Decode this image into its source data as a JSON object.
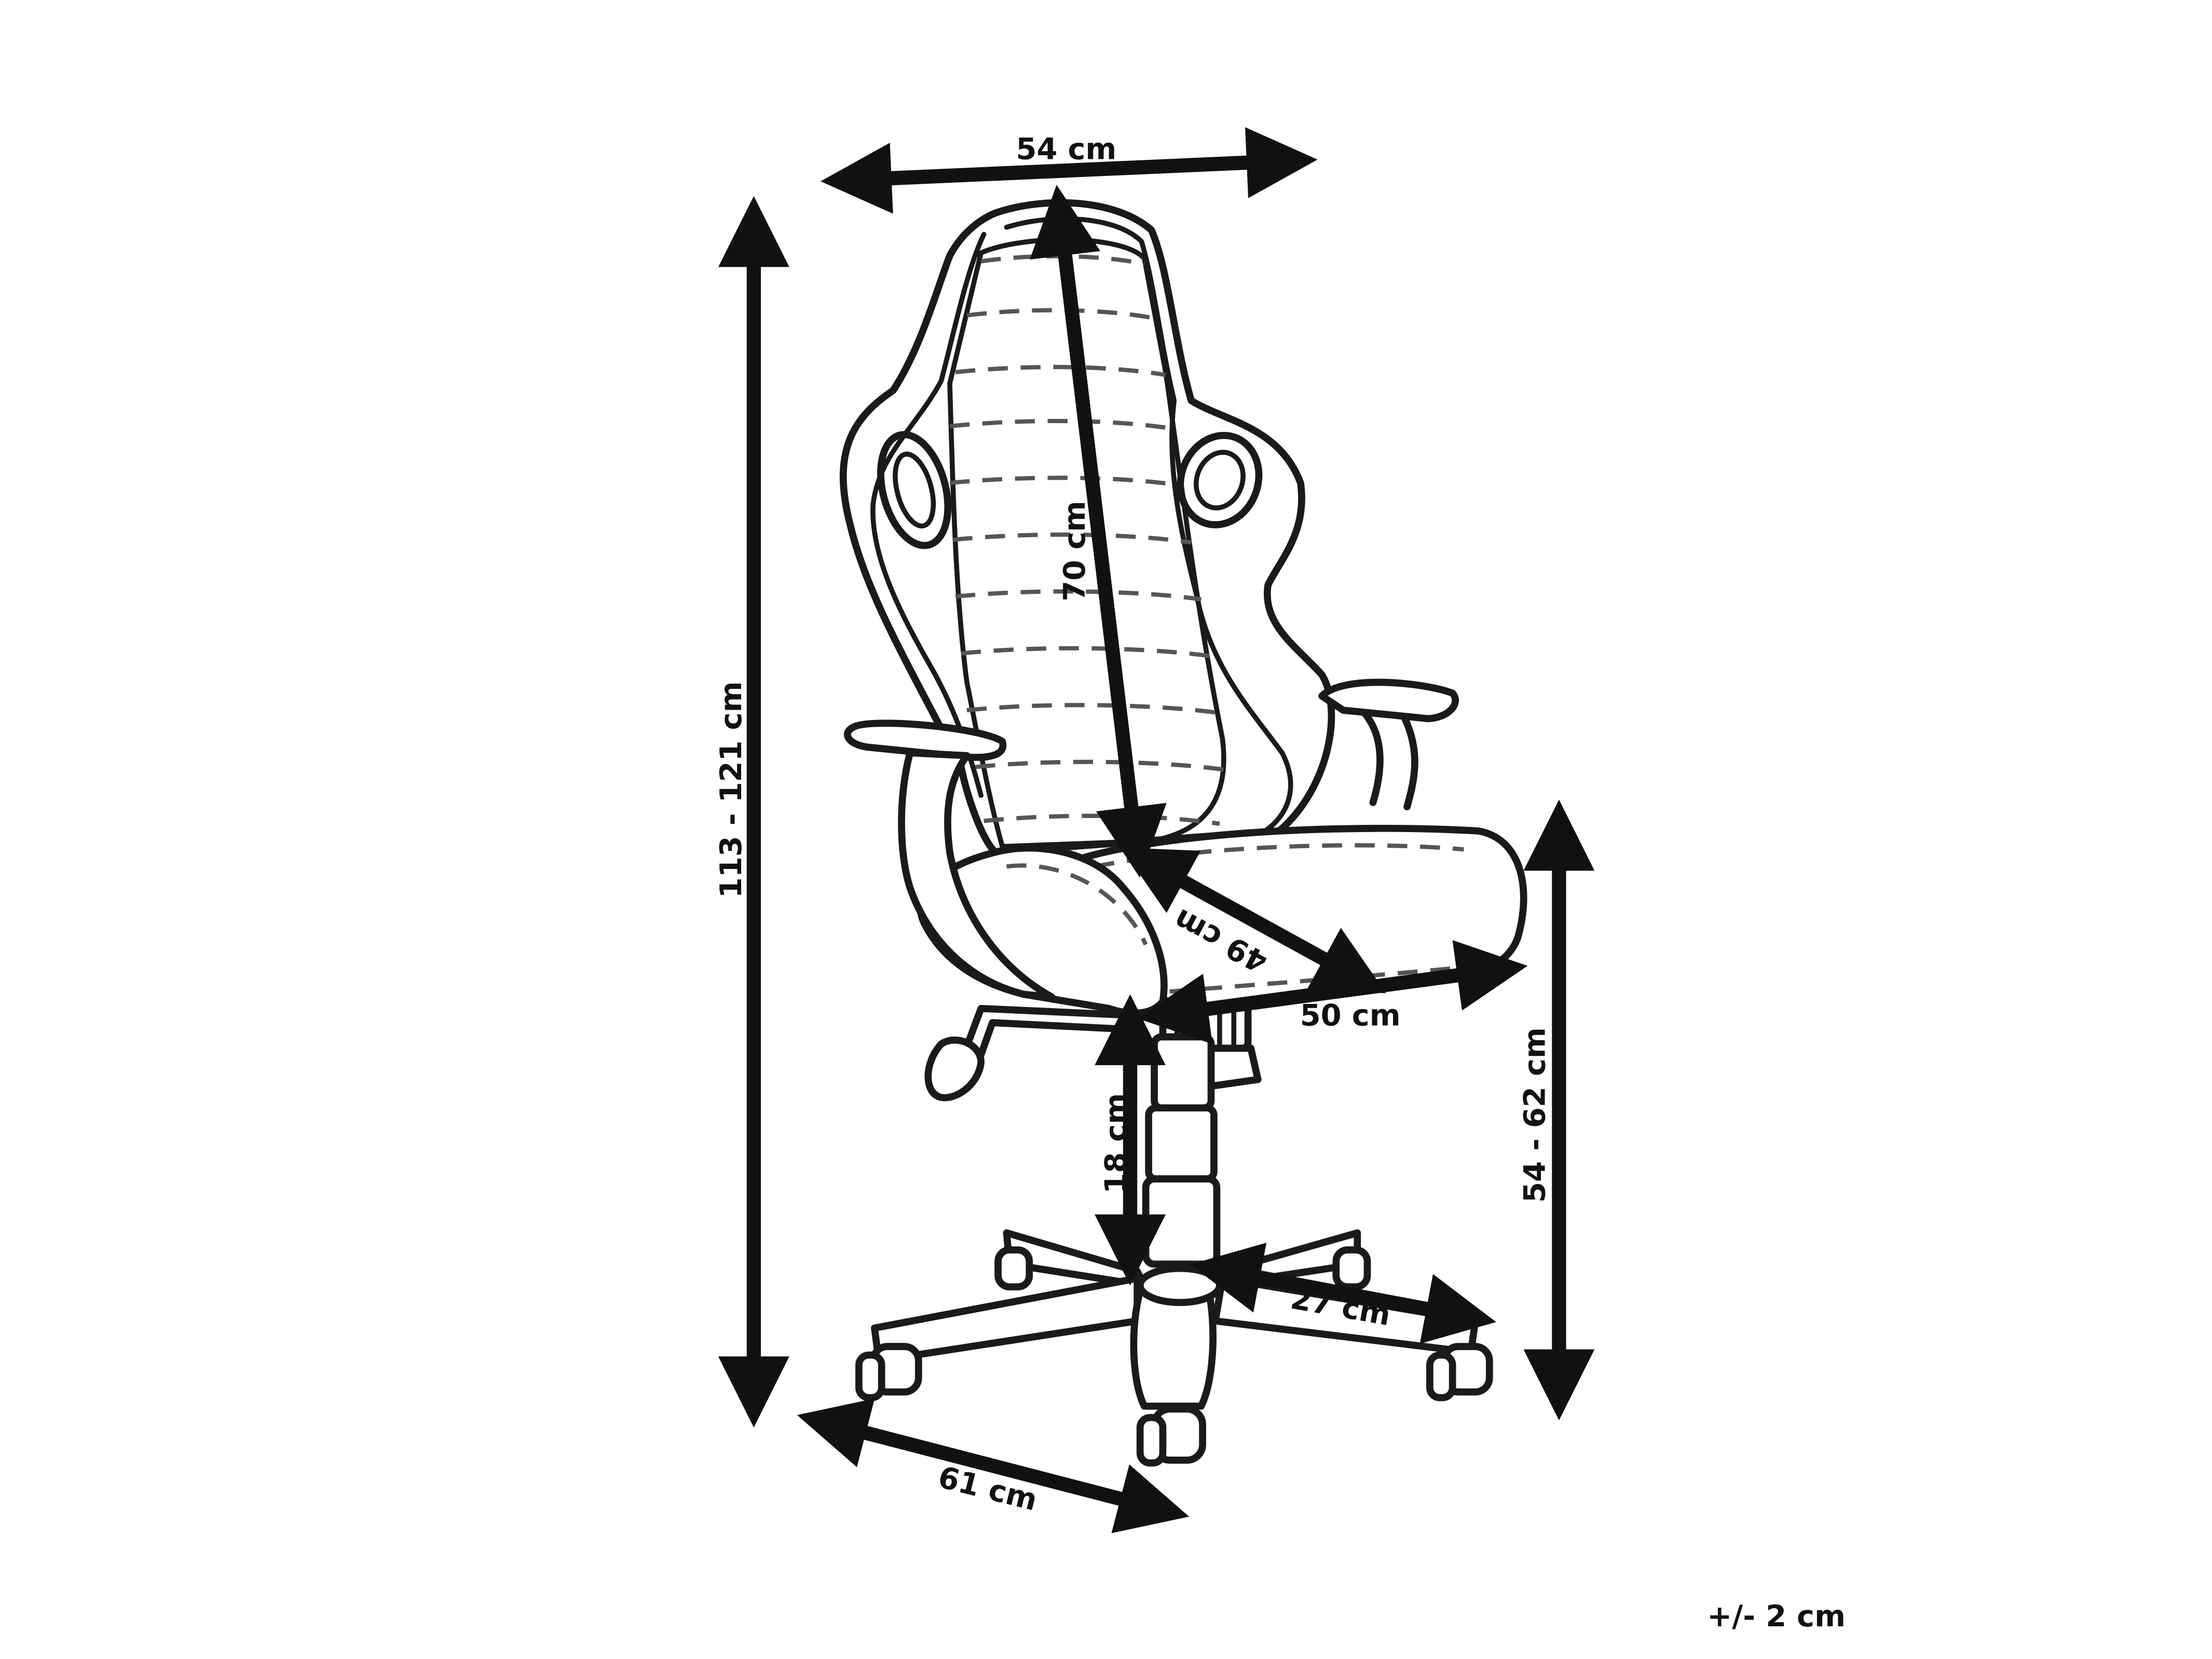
{
  "dimensions": {
    "top_width": "54 cm",
    "backrest_height": "70 cm",
    "total_height": "113 - 121 cm",
    "seat_depth": "49 cm",
    "seat_width": "50 cm",
    "seat_height": "54 - 62 cm",
    "lift_range": "18 cm",
    "base_radius": "27 cm",
    "base_diameter": "61 cm"
  },
  "tolerance": "+/- 2 cm",
  "colors": {
    "line": "#1a1a1a",
    "background": "#ffffff"
  }
}
